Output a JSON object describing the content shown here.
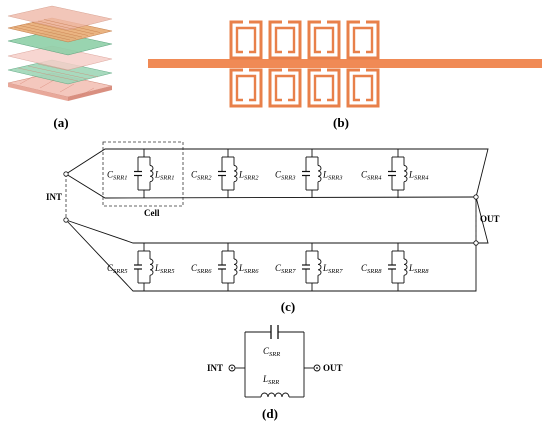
{
  "panels": {
    "a": "(a)",
    "b": "(b)",
    "c": "(c)",
    "d": "(d)"
  },
  "circuit_c": {
    "port_in": "INT",
    "port_out": "OUT",
    "cell_label": "Cell",
    "top_cells": [
      {
        "cap_main": "C",
        "cap_sub": "SRR1",
        "ind_main": "L",
        "ind_sub": "SRR1"
      },
      {
        "cap_main": "C",
        "cap_sub": "SRR2",
        "ind_main": "L",
        "ind_sub": "SRR2"
      },
      {
        "cap_main": "C",
        "cap_sub": "SRR3",
        "ind_main": "L",
        "ind_sub": "SRR3"
      },
      {
        "cap_main": "C",
        "cap_sub": "SRR4",
        "ind_main": "L",
        "ind_sub": "SRR4"
      }
    ],
    "bottom_cells": [
      {
        "cap_main": "C",
        "cap_sub": "SRR5",
        "ind_main": "L",
        "ind_sub": "SRR5"
      },
      {
        "cap_main": "C",
        "cap_sub": "SRR6",
        "ind_main": "L",
        "ind_sub": "SRR6"
      },
      {
        "cap_main": "C",
        "cap_sub": "SRR7",
        "ind_main": "L",
        "ind_sub": "SRR7"
      },
      {
        "cap_main": "C",
        "cap_sub": "SRR8",
        "ind_main": "L",
        "ind_sub": "SRR8"
      }
    ]
  },
  "circuit_d": {
    "port_in": "INT",
    "port_out": "OUT",
    "cap_main": "C",
    "cap_sub": "SRR",
    "ind_main": "L",
    "ind_sub": "SRR"
  },
  "colors": {
    "copper": "#e8804a",
    "copper_dark": "#c9622e",
    "layer_green": "#7fc9a0",
    "layer_pink": "#f2b7b0"
  }
}
